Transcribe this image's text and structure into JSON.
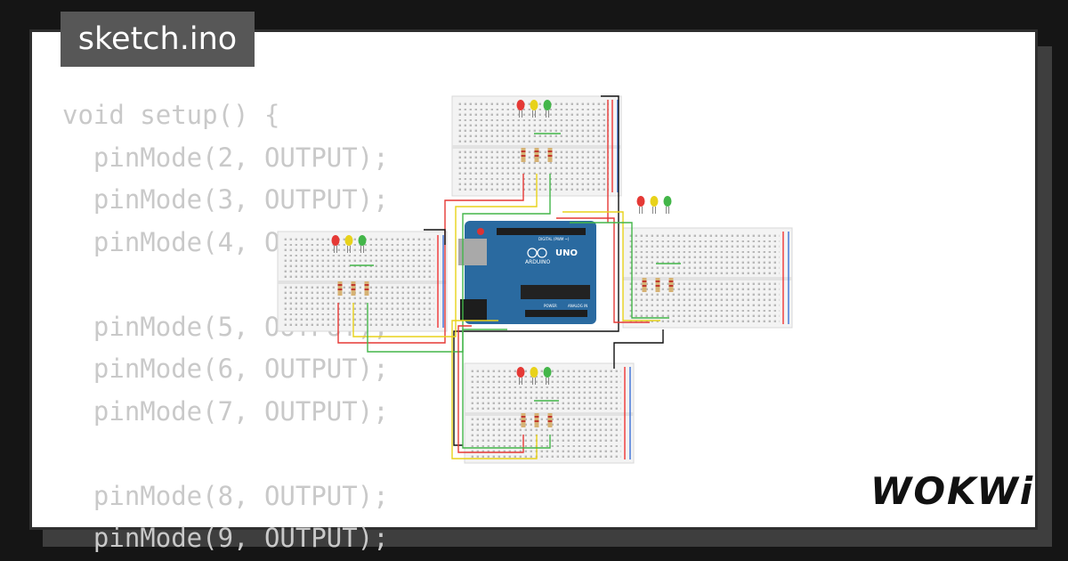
{
  "file_tab": {
    "label": "sketch.ino"
  },
  "code_lines": [
    "void setup() {",
    "  pinMode(2, OUTPUT);",
    "  pinMode(3, OUTPUT);",
    "  pinMode(4, OUTPUT);",
    "",
    "  pinMode(5, OUTPUT);",
    "  pinMode(6, OUTPUT);",
    "  pinMode(7, OUTPUT);",
    "",
    "  pinMode(8, OUTPUT);",
    "  pinMode(9, OUTPUT);"
  ],
  "brand": {
    "logo_text": "WOKWi"
  },
  "board": {
    "name": "UNO",
    "brand": "ARDUINO",
    "chip_icon": "atmega-chip-icon",
    "labels": {
      "digital": "DIGITAL (PWM ~)",
      "power": "POWER",
      "analog": "ANALOG IN"
    }
  },
  "colors": {
    "background": "#151515",
    "card": "#ffffff",
    "tab": "#575757",
    "code_text": "#c9c9c9",
    "board": "#2a6aa0",
    "led_red": "#e53935",
    "led_yellow": "#e8d21a",
    "led_green": "#43b649"
  }
}
